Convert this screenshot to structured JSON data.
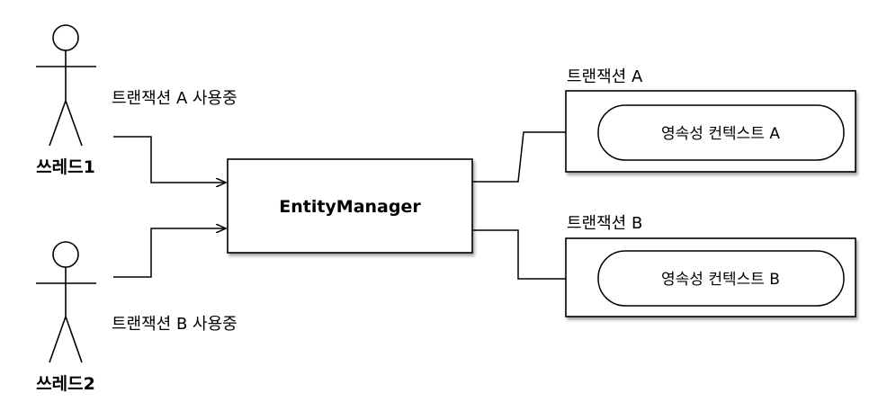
{
  "actors": [
    {
      "name": "쓰레드1",
      "note": "트랜잭션 A 사용중"
    },
    {
      "name": "쓰레드2",
      "note": "트랜잭션 B 사용중"
    }
  ],
  "manager": {
    "label": "EntityManager"
  },
  "transactions": [
    {
      "title": "트랜잭션 A",
      "context": "영속성 컨텍스트 A"
    },
    {
      "title": "트랜잭션 B",
      "context": "영속성 컨텍스트 B"
    }
  ]
}
